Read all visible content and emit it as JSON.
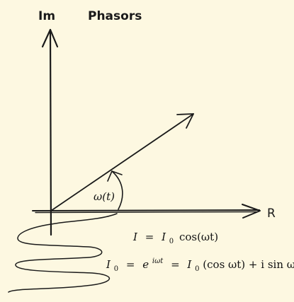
{
  "labels": {
    "im_axis": "Im",
    "title": "Phasors",
    "real_axis": "R",
    "angle": "ω(t)"
  },
  "equations": {
    "eq1": {
      "lhs": "I",
      "eq": "=",
      "base": "I",
      "sub": "0",
      "rest": "cos(ωt)"
    },
    "eq2": {
      "base": "I",
      "sub": "0",
      "eq1": "=",
      "e": "e",
      "sup": "iωt",
      "eq2": "=",
      "base2": "I",
      "sub2": "0",
      "rest": "(cos ωt) + i sin ωt"
    }
  },
  "colors": {
    "background": "#fdf8e1",
    "ink": "#1a1a1a"
  },
  "icons": {
    "im_arrowhead": "arrowhead-up-icon",
    "re_arrowhead": "arrowhead-right-icon",
    "phasor_arrowhead": "arrowhead-diagonal-icon",
    "angle_arrowhead": "arrowhead-curve-icon"
  }
}
